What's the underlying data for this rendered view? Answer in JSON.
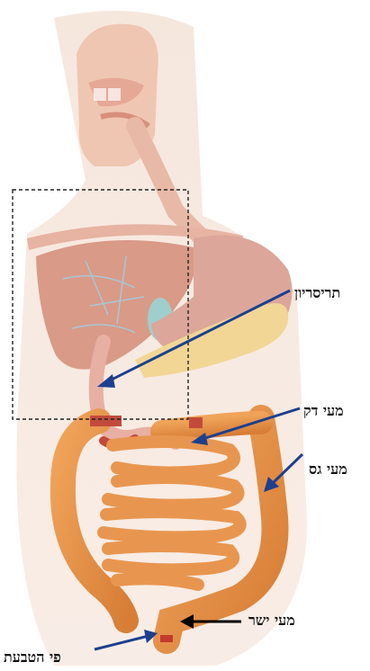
{
  "labels": {
    "duodenum": "תריסריון",
    "small_intestine": "מעי דק",
    "large_intestine": "מעי גס",
    "rectum": "מעי ישר",
    "anus": "פי הטבעת"
  },
  "icons": {
    "arrow": "arrow-icon",
    "figure": "digestive-system-illustration"
  },
  "colors": {
    "skin": "#f1d3c3",
    "liver": "#d99a88",
    "stomach": "#dca79a",
    "pancreas": "#f1d695",
    "intestine": "#e8964f",
    "intestine_dark": "#c9702e",
    "arrow_blue": "#1d3f8f",
    "arrow_black": "#000000"
  }
}
